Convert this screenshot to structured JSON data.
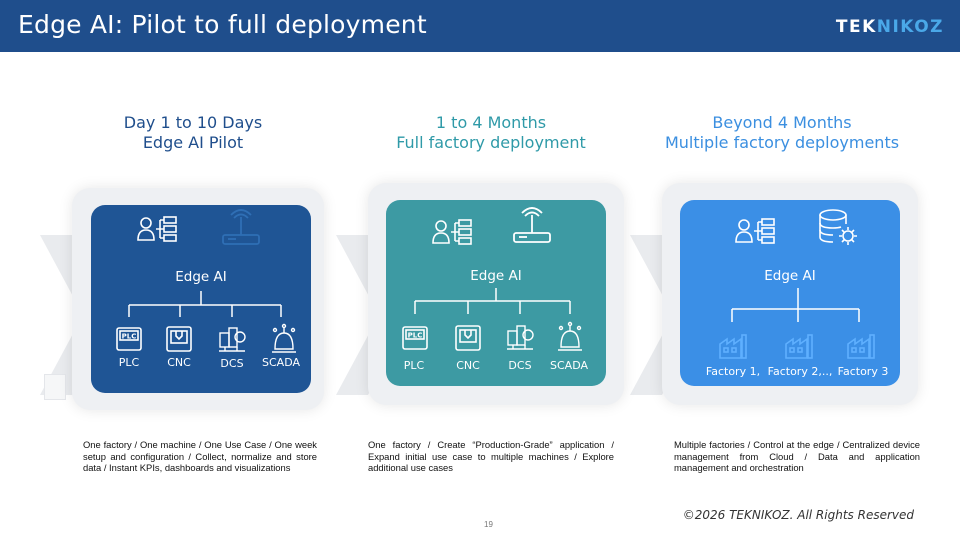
{
  "header": {
    "title": "Edge AI: Pilot to full deployment",
    "logo_main": "TEK",
    "logo_accent": "NIKOZ"
  },
  "colors": {
    "header": "#1f4e8c",
    "stage1": "#1f5595",
    "stage2": "#3d9aa3",
    "stage3": "#3b8fe6",
    "stage1_text": "#1f4e8c",
    "stage2_text": "#2f9aa8",
    "stage3_text": "#3b8fe0"
  },
  "stages": [
    {
      "period": "Day 1 to 10 Days",
      "name": "Edge AI Pilot",
      "hub": "Edge AI",
      "icons": [
        "user-network-icon",
        "router-icon"
      ],
      "devices": [
        {
          "label": "PLC",
          "icon": "plc-icon"
        },
        {
          "label": "CNC",
          "icon": "cnc-icon"
        },
        {
          "label": "DCS",
          "icon": "dcs-icon"
        },
        {
          "label": "SCADA",
          "icon": "scada-icon"
        }
      ],
      "description": "One factory / One machine / One Use Case / One week setup and configuration / Collect, normalize and store data / Instant KPIs, dashboards and visualizations"
    },
    {
      "period": "1 to 4 Months",
      "name": "Full factory deployment",
      "hub": "Edge AI",
      "icons": [
        "user-network-icon",
        "router-icon"
      ],
      "devices": [
        {
          "label": "PLC",
          "icon": "plc-icon"
        },
        {
          "label": "CNC",
          "icon": "cnc-icon"
        },
        {
          "label": "DCS",
          "icon": "dcs-icon"
        },
        {
          "label": "SCADA",
          "icon": "scada-icon"
        }
      ],
      "description": "One factory / Create “Production-Grade” application / Expand initial use case to multiple machines / Explore additional use cases"
    },
    {
      "period": "Beyond 4 Months",
      "name": "Multiple factory deployments",
      "hub": "Edge AI",
      "icons": [
        "user-network-icon",
        "database-gear-icon"
      ],
      "devices": [
        {
          "label": "Factory 1,",
          "icon": "factory-icon"
        },
        {
          "label": "Factory 2,..,",
          "icon": "factory-icon"
        },
        {
          "label": "Factory 3",
          "icon": "factory-icon"
        }
      ],
      "description": "Multiple factories / Control at the edge / Centralized device management from Cloud / Data and application management and orchestration"
    }
  ],
  "footer": {
    "page_number": "19",
    "copyright": "©2026 TEKNIKOZ. All Rights Reserved"
  }
}
